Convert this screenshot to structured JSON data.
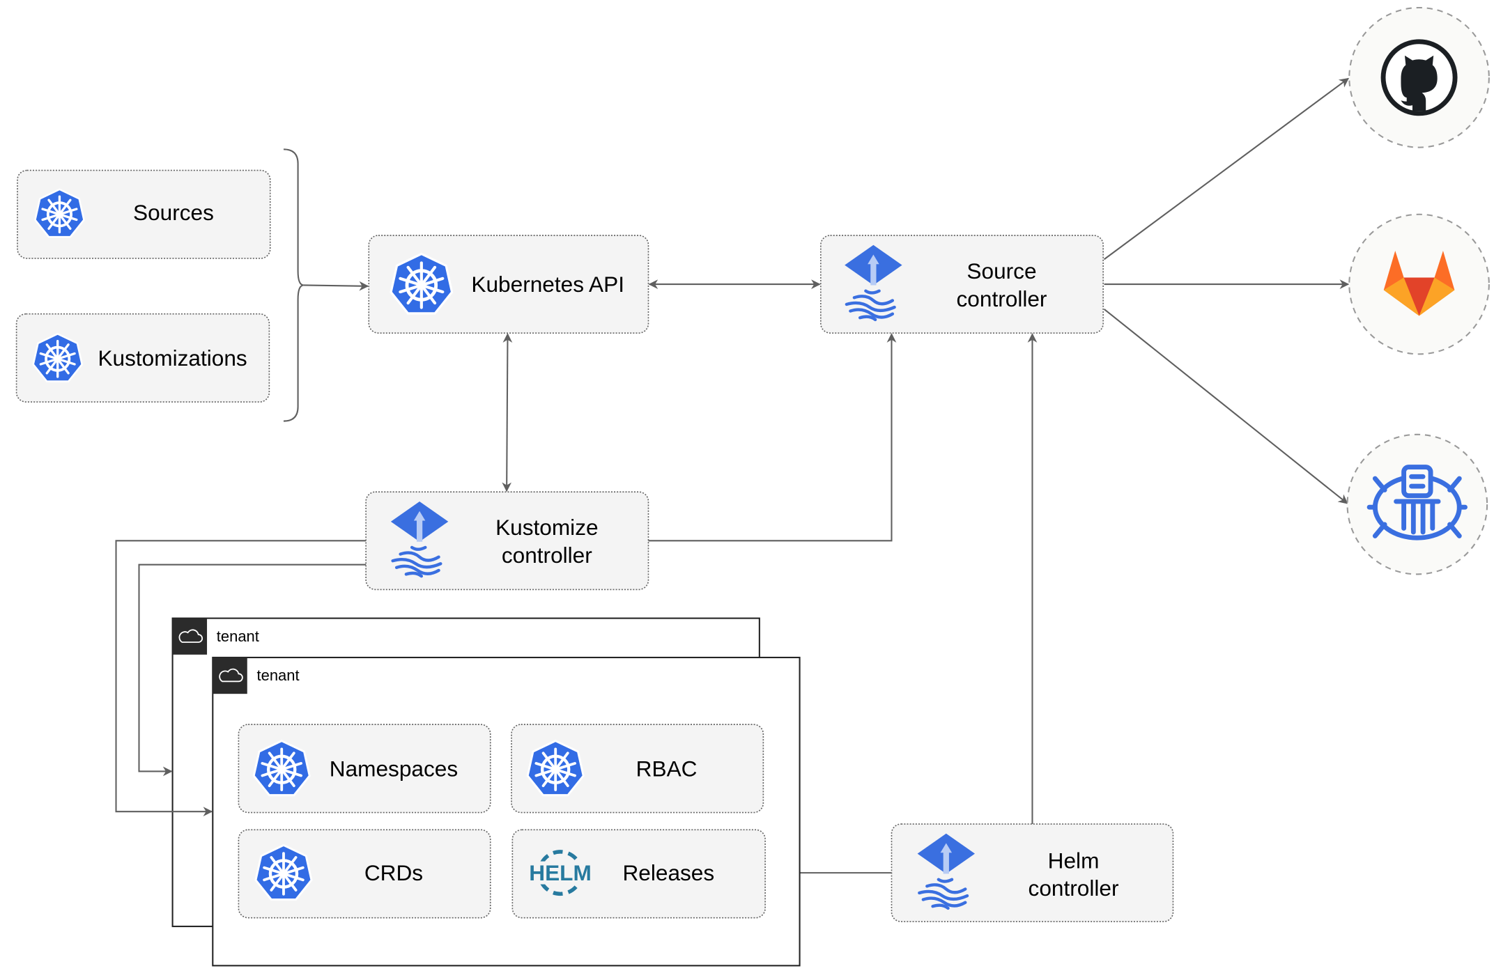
{
  "nodes": {
    "sources": "Sources",
    "kustomizations": "Kustomizations",
    "kubernetes_api": "Kubernetes API",
    "source_controller": [
      "Source",
      "controller"
    ],
    "kustomize_controller": [
      "Kustomize",
      "controller"
    ],
    "helm_controller": [
      "Helm",
      "controller"
    ],
    "tenant_back": "tenant",
    "tenant_front": "tenant",
    "namespaces": "Namespaces",
    "rbac": "RBAC",
    "crds": "CRDs",
    "releases": "Releases",
    "helm_logo_text": "HELM"
  },
  "external_sources": [
    "github-icon",
    "gitlab-icon",
    "bucket-icon"
  ],
  "colors": {
    "kubernetes_blue": "#326ce5",
    "flux_blue": "#3a6fe0",
    "gitlab_orange": "#e24329",
    "gitlab_light": "#fca326",
    "helm_blue": "#277a9f",
    "line": "#5f5f5f",
    "box_fill": "#f4f4f4"
  }
}
